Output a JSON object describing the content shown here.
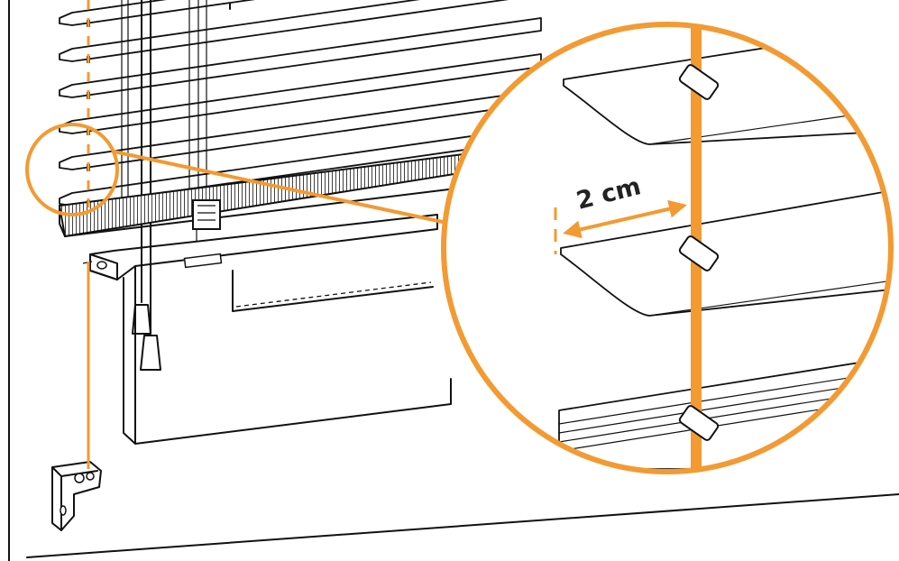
{
  "colors": {
    "accent": "#f39a32",
    "ink": "#111111",
    "background": "#ffffff"
  },
  "dimension": {
    "label": "2 cm"
  },
  "icons": {
    "magnifier": "zoom-circle",
    "measure": "double-arrow",
    "bracket": "mounting-bracket"
  }
}
